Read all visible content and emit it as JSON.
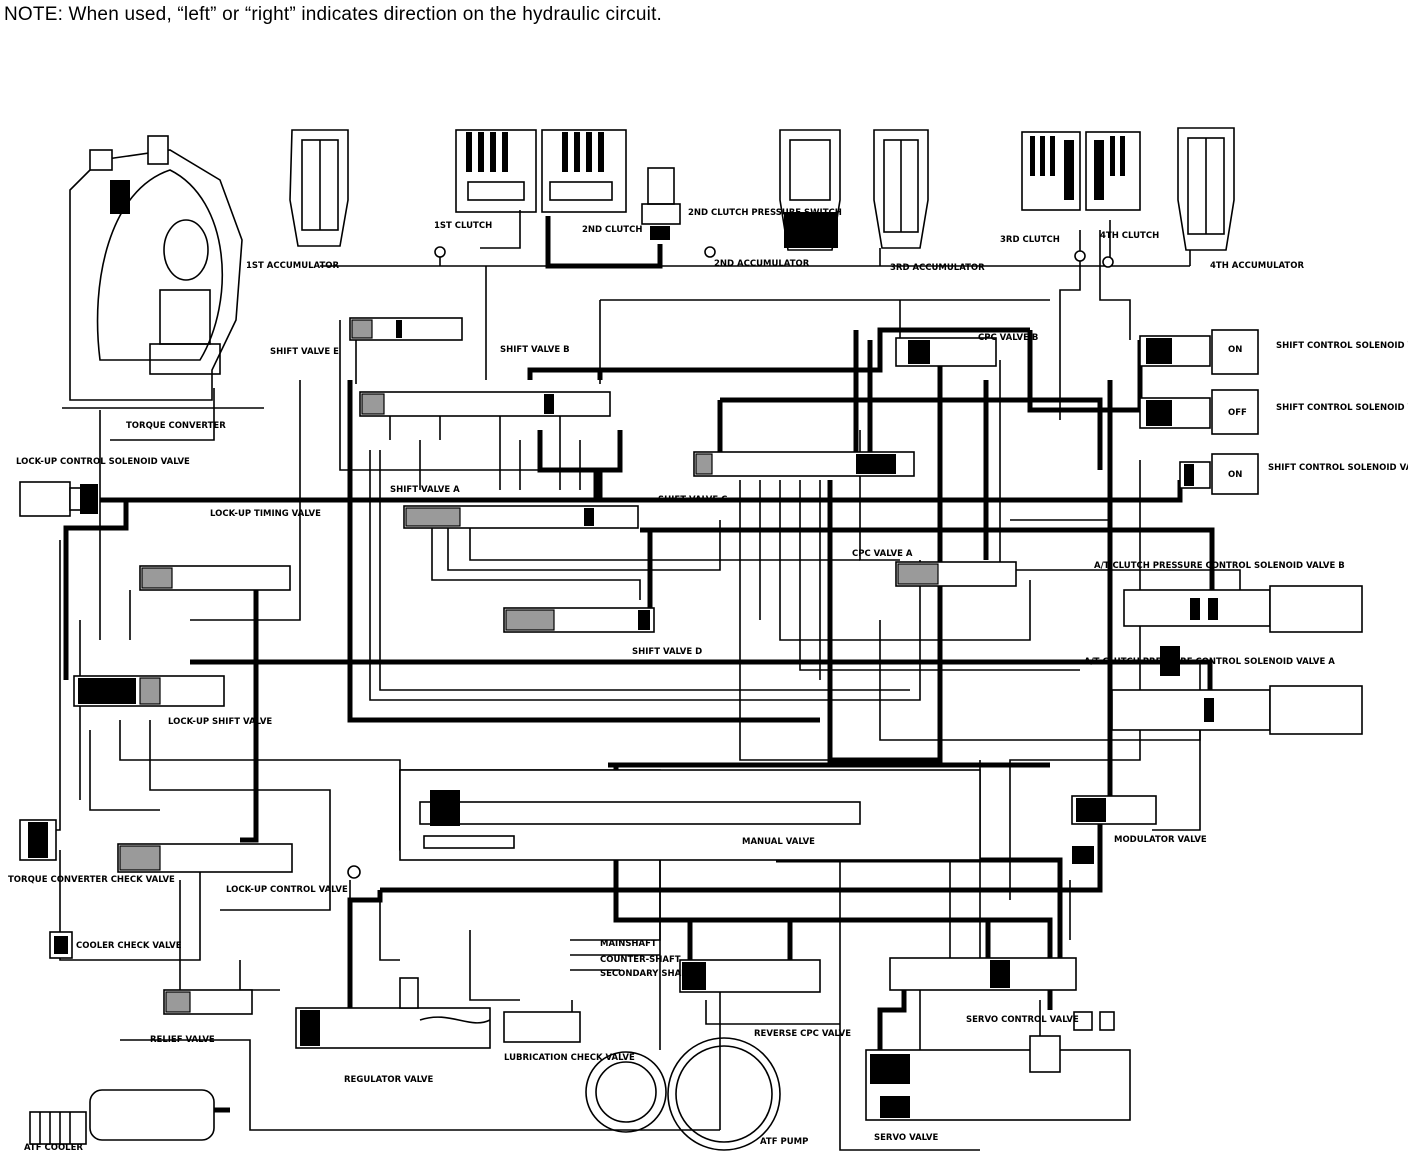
{
  "note": "NOTE:  When used, “left” or “right” indicates direction on the hydraulic circuit.",
  "labels": {
    "accum1": "1ST ACCUMULATOR",
    "clutch1": "1ST CLUTCH",
    "clutch2": "2ND CLUTCH",
    "psw": "2ND CLUTCH PRESSURE SWITCH",
    "accum2": "2ND ACCUMULATOR",
    "accum3": "3RD ACCUMULATOR",
    "clutch3": "3RD CLUTCH",
    "clutch4": "4TH CLUTCH",
    "accum4": "4TH ACCUMULATOR",
    "tc": "TORQUE CONVERTER",
    "shiftE": "SHIFT VALVE E",
    "shiftB": "SHIFT VALVE B",
    "cpcB": "CPC VALVE B",
    "scsvB": "SHIFT CONTROL SOLENOID VALVE B",
    "scsvC": "SHIFT CONTROL SOLENOID VALVE C",
    "scsvA": "SHIFT CONTROL SOLENOID VALVE A",
    "on1": "ON",
    "off1": "OFF",
    "on2": "ON",
    "lucsv": "LOCK-UP CONTROL SOLENOID VALVE",
    "lutv": "LOCK-UP TIMING VALVE",
    "shiftA": "SHIFT VALVE A",
    "shiftC": "SHIFT VALVE C",
    "cpcA": "CPC VALVE A",
    "atcB": "A/T CLUTCH PRESSURE CONTROL SOLENOID VALVE B",
    "atcA": "A/T CLUTCH PRESSURE CONTROL SOLENOID VALVE A",
    "shiftD": "SHIFT VALVE D",
    "lusv": "LOCK-UP SHIFT VALVE",
    "manual": "MANUAL VALVE",
    "modulator": "MODULATOR VALVE",
    "tccv": "TORQUE CONVERTER CHECK VALVE",
    "lucv": "LOCK-UP CONTROL VALVE",
    "cooler": "COOLER CHECK VALVE",
    "mainshaft": "MAINSHAFT",
    "countershaft": "COUNTER-SHAFT",
    "secondary": "SECONDARY SHAFT",
    "relief": "RELIEF VALVE",
    "regulator": "REGULATOR VALVE",
    "lubcheck": "LUBRICATION CHECK VALVE",
    "revcpc": "REVERSE CPC VALVE",
    "servoctl": "SERVO CONTROL VALVE",
    "servo": "SERVO VALVE",
    "atfpump": "ATF PUMP",
    "atfcooler": "ATF COOLER"
  }
}
